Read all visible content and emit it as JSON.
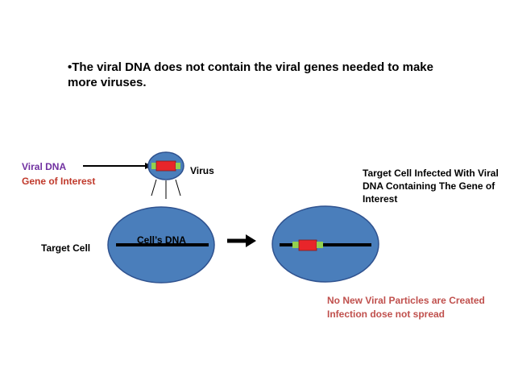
{
  "bullet_text": "•The viral DNA does not contain the viral genes needed to make more viruses.",
  "labels": {
    "viral_dna": "Viral DNA",
    "gene_of_interest": "Gene of Interest",
    "virus": "Virus",
    "target_cell": "Target Cell",
    "cells_dna": "Cell’s DNA",
    "infected_line1": "Target Cell Infected With Viral",
    "infected_line2": "DNA Containing  The Gene of",
    "infected_line3": "Interest",
    "result_line1": "No New Viral Particles are Created",
    "result_line2": "Infection dose not spread"
  },
  "colors": {
    "cell_fill": "#4a7ebb",
    "cell_stroke": "#2f528f",
    "viral_dna_text": "#7030a0",
    "gene_text": "#c0392b",
    "result_text": "#c0504d",
    "gene_block": "#e8252a",
    "viral_flank": "#92d050",
    "dna_line": "#000000"
  }
}
